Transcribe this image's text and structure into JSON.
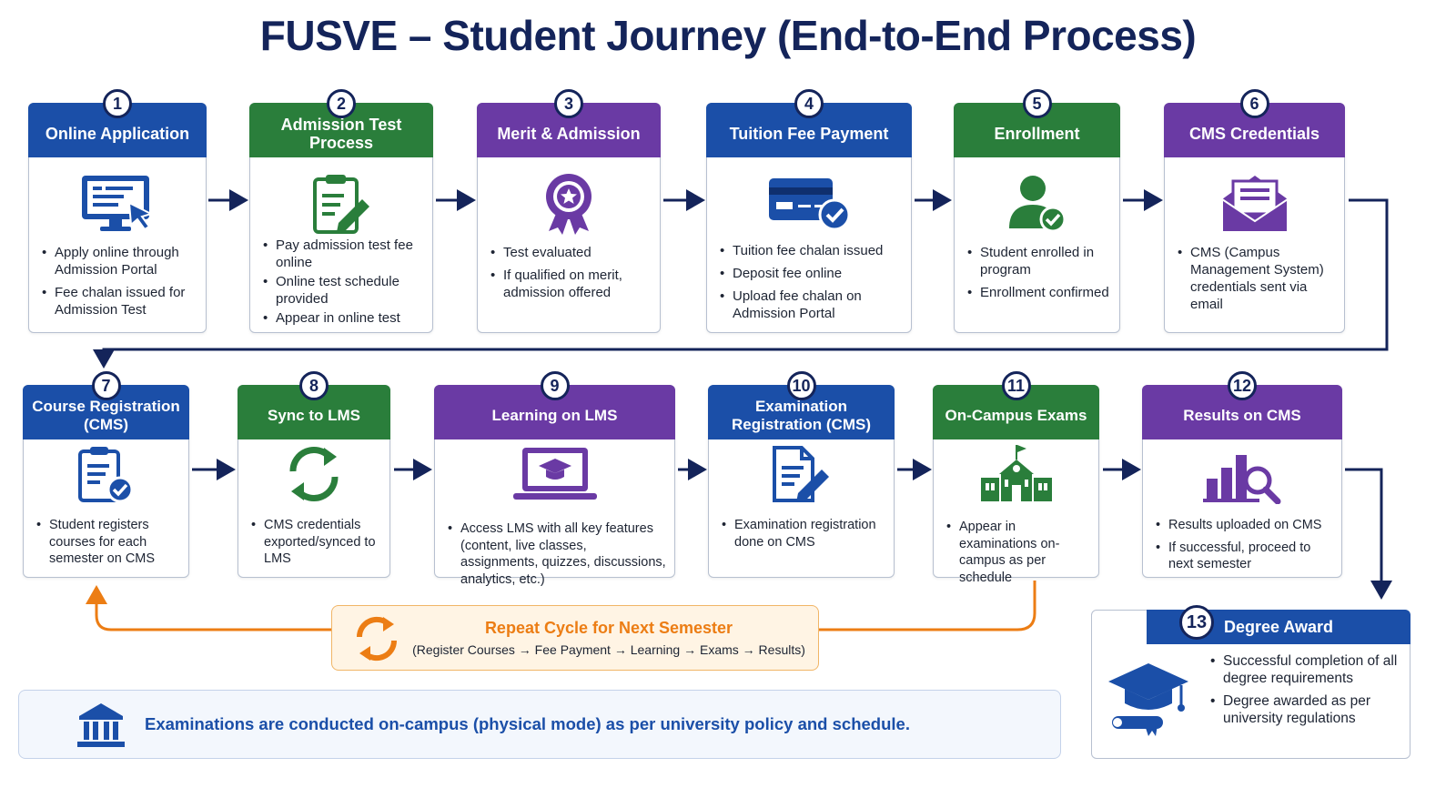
{
  "title": "FUSVE – Student Journey (End-to-End Process)",
  "steps": [
    {
      "num": "1",
      "title": "Online Application",
      "color": "#1b4fa8",
      "icon": "computer-cursor-icon",
      "bullets": [
        "Apply online through Admission Portal",
        "Fee chalan issued for Admission Test"
      ]
    },
    {
      "num": "2",
      "title": "Admission Test Process",
      "color": "#2a7e3b",
      "icon": "clipboard-pencil-icon",
      "bullets": [
        "Pay admission test fee online",
        "Online test schedule provided",
        "Appear in online test"
      ]
    },
    {
      "num": "3",
      "title": "Merit & Admission",
      "color": "#6a3aa4",
      "icon": "award-ribbon-icon",
      "bullets": [
        "Test evaluated",
        "If qualified on merit, admission offered"
      ]
    },
    {
      "num": "4",
      "title": "Tuition Fee Payment",
      "color": "#1b4fa8",
      "icon": "credit-card-check-icon",
      "bullets": [
        "Tuition fee chalan issued",
        "Deposit fee online",
        "Upload fee chalan on Admission Portal"
      ]
    },
    {
      "num": "5",
      "title": "Enrollment",
      "color": "#2a7e3b",
      "icon": "user-check-icon",
      "bullets": [
        "Student enrolled in program",
        "Enrollment confirmed"
      ]
    },
    {
      "num": "6",
      "title": "CMS Credentials",
      "color": "#6a3aa4",
      "icon": "envelope-icon",
      "bullets": [
        "CMS (Campus Management System) credentials sent via email"
      ]
    },
    {
      "num": "7",
      "title": "Course Registration (CMS)",
      "color": "#1b4fa8",
      "icon": "clipboard-check-icon",
      "bullets": [
        "Student registers courses for each semester on CMS"
      ]
    },
    {
      "num": "8",
      "title": "Sync to LMS",
      "color": "#2a7e3b",
      "icon": "sync-icon",
      "bullets": [
        "CMS credentials exported/synced to LMS"
      ]
    },
    {
      "num": "9",
      "title": "Learning on LMS",
      "color": "#6a3aa4",
      "icon": "laptop-graduation-cap-icon",
      "bullets": [
        "Access LMS with all key features (content, live classes, assignments, quizzes, discussions, analytics, etc.)"
      ]
    },
    {
      "num": "10",
      "title": "Examination Registration (CMS)",
      "color": "#1b4fa8",
      "icon": "document-pencil-icon",
      "bullets": [
        "Examination registration done on CMS"
      ]
    },
    {
      "num": "11",
      "title": "On-Campus Exams",
      "color": "#2a7e3b",
      "icon": "school-building-icon",
      "bullets": [
        "Appear in examinations on-campus as per schedule"
      ]
    },
    {
      "num": "12",
      "title": "Results on CMS",
      "color": "#6a3aa4",
      "icon": "bar-chart-magnifier-icon",
      "bullets": [
        "Results uploaded on CMS",
        "If successful, proceed to next semester"
      ]
    }
  ],
  "repeat": {
    "title": "Repeat Cycle for Next Semester",
    "subtitle": "(Register Courses → Fee Payment → Learning → Exams → Results)",
    "icon": "refresh-cycle-icon",
    "color": "#ec7d14"
  },
  "note": {
    "text": "Examinations are conducted on-campus (physical mode) as per university policy and schedule.",
    "icon": "university-building-icon"
  },
  "degree": {
    "num": "13",
    "title": "Degree Award",
    "icon": "graduation-cap-diploma-icon",
    "bullets": [
      "Successful completion of all degree requirements",
      "Degree awarded as per university regulations"
    ]
  },
  "colors": {
    "navy": "#14245a",
    "blue": "#1b4fa8",
    "green": "#2a7e3b",
    "purple": "#6a3aa4",
    "orange": "#ec7d14"
  }
}
